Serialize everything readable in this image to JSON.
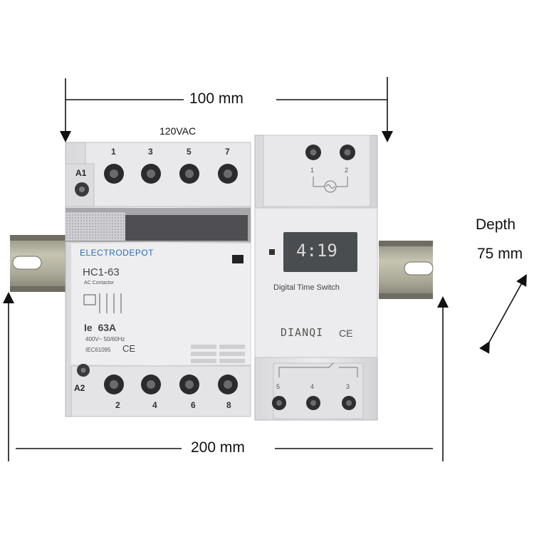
{
  "dimensions": {
    "width_label": "100 mm",
    "total_width_label": "200 mm",
    "depth_title": "Depth",
    "depth_value": "75 mm"
  },
  "contactor": {
    "voltage_label": "120VAC",
    "brand": "ELECTRODEPOT",
    "model": "HC1-63",
    "type_text": "AC Contactor",
    "current": "Ie  63A",
    "rating": "400V~ 50/60Hz",
    "standard": "IEC61095",
    "ce_mark": "CE",
    "coil_top": "A1",
    "coil_bottom": "A2",
    "top_terminals": [
      "1",
      "3",
      "5",
      "7"
    ],
    "bottom_terminals": [
      "2",
      "4",
      "6",
      "8"
    ]
  },
  "timer": {
    "display_value": "4:19",
    "label": "Digital Time Switch",
    "brand": "DIANQI",
    "ce_mark": "CE",
    "top_terminals": [
      "1",
      "2"
    ],
    "bottom_terminals": [
      "5",
      "4",
      "3"
    ]
  },
  "colors": {
    "housing": "#e6e6e8",
    "housing_shadow": "#c9c9cc",
    "rail": "#b8b6a4",
    "lcd": "#4a4d50",
    "brand_blue": "#2a6fb0"
  }
}
